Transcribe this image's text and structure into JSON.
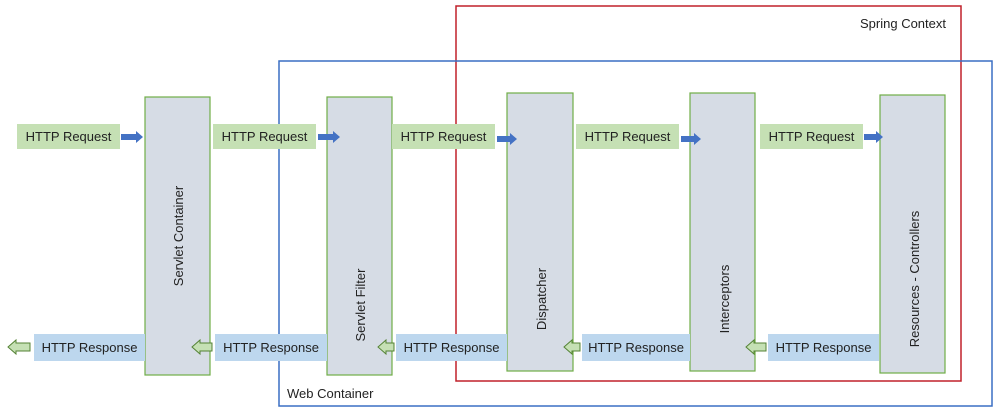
{
  "containers": {
    "spring": {
      "label": "Spring Context",
      "color": "#c0202a"
    },
    "web": {
      "label": "Web Container",
      "color": "#3a6fc4"
    }
  },
  "components": [
    {
      "label": "Servlet Container"
    },
    {
      "label": "Servlet Filter"
    },
    {
      "label": "Dispatcher"
    },
    {
      "label": "Interceptors"
    },
    {
      "label": "Resources - Controllers"
    }
  ],
  "request_label": "HTTP Request",
  "response_label": "HTTP Response",
  "colors": {
    "component_fill": "#d6dce5",
    "component_border": "#70ad47",
    "request_fill": "#c5e0b4",
    "response_fill": "#bdd7ee",
    "request_arrow": "#4472c4",
    "response_arrow": "#c5e0b4",
    "response_arrow_border": "#548235"
  }
}
